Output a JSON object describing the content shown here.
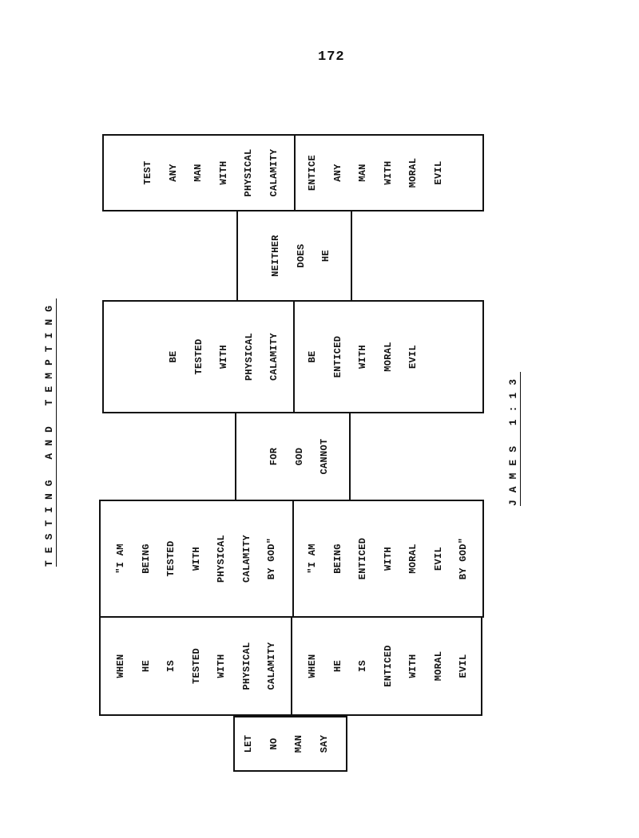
{
  "page_number": "172",
  "title": "TESTING AND TEMPTING",
  "reference": "JAMES 1:13",
  "let_no_man_say": [
    "LET",
    "NO",
    "MAN",
    "SAY"
  ],
  "when_tested": [
    "WHEN",
    "HE",
    "IS",
    "TESTED",
    "WITH",
    "PHYSICAL",
    "CALAMITY"
  ],
  "when_enticed": [
    "WHEN",
    "HE",
    "IS",
    "ENTICED",
    "WITH",
    "MORAL",
    "EVIL"
  ],
  "quote_tested": [
    "\"I AM",
    "BEING",
    "TESTED",
    "WITH",
    "PHYSICAL",
    "CALAMITY",
    "BY GOD\""
  ],
  "quote_enticed": [
    "\"I AM",
    "BEING",
    "ENTICED",
    "WITH",
    "MORAL",
    "EVIL",
    "BY GOD\""
  ],
  "for_god_cannot": [
    "FOR",
    "GOD",
    "CANNOT"
  ],
  "be_tested": [
    "BE",
    "TESTED",
    "WITH",
    "PHYSICAL",
    "CALAMITY"
  ],
  "be_enticed": [
    "BE",
    "ENTICED",
    "WITH",
    "MORAL",
    "EVIL"
  ],
  "neither_does_he": [
    "NEITHER",
    "DOES",
    "HE"
  ],
  "test_any_man": [
    "TEST",
    "ANY",
    "MAN",
    "WITH",
    "PHYSICAL",
    "CALAMITY"
  ],
  "entice_any_man": [
    "ENTICE",
    "ANY",
    "MAN",
    "WITH",
    "MORAL",
    "EVIL"
  ]
}
